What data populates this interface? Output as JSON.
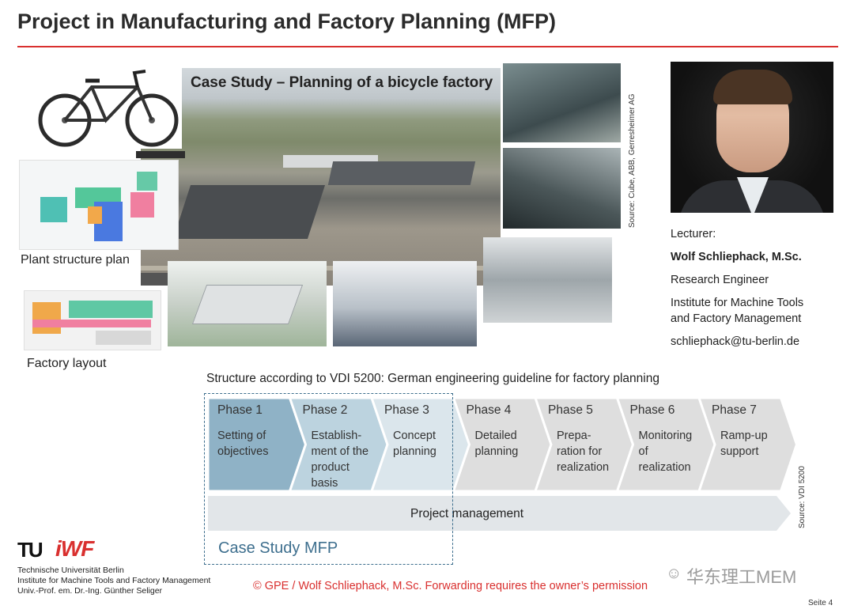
{
  "header": {
    "title": "Project in Manufacturing and Factory Planning (MFP)"
  },
  "images": {
    "caption": "Case Study – Planning of a bicycle factory",
    "source_photos": "Source: Cube, ABB, Gerresheimer AG",
    "plant_structure_label": "Plant structure plan",
    "factory_layout_label": "Factory layout"
  },
  "lecturer": {
    "role_label": "Lecturer:",
    "name": "Wolf Schliephack, M.Sc.",
    "position": "Research Engineer",
    "institute_line1": "Institute for Machine Tools",
    "institute_line2": "and Factory Management",
    "email": "schliephack@tu-berlin.de"
  },
  "structure": {
    "subtitle": "Structure according to VDI 5200: German engineering guideline for factory planning",
    "source": "Source: VDI 5200",
    "project_management": "Project management",
    "case_study_label": "Case Study MFP",
    "phases": [
      {
        "name": "Phase 1",
        "desc": [
          "Setting of",
          "objectives"
        ],
        "color": "#8fb2c6"
      },
      {
        "name": "Phase 2",
        "desc": [
          "Establish-",
          "ment of the",
          "product",
          "basis"
        ],
        "color": "#bcd3df"
      },
      {
        "name": "Phase 3",
        "desc": [
          "Concept",
          "planning"
        ],
        "color": "#dbe6ec"
      },
      {
        "name": "Phase 4",
        "desc": [
          "Detailed",
          "planning"
        ],
        "color": "#dedede"
      },
      {
        "name": "Phase 5",
        "desc": [
          "Prepa-",
          "ration for",
          "realization"
        ],
        "color": "#dedede"
      },
      {
        "name": "Phase 6",
        "desc": [
          "Monitoring",
          "of",
          "realization"
        ],
        "color": "#dedede"
      },
      {
        "name": "Phase 7",
        "desc": [
          "Ramp-up",
          "support"
        ],
        "color": "#dedede"
      }
    ]
  },
  "footer": {
    "logo_tu": "TU",
    "logo_iwf": "iWF",
    "university": "Technische Universität Berlin",
    "institute": "Institute for Machine Tools and Factory Management",
    "professor": "Univ.-Prof. em. Dr.-Ing. Günther Seliger",
    "copyright": "© GPE / Wolf Schliephack, M.Sc. Forwarding requires the owner’s permission",
    "watermark": "华东理工MEM",
    "page": "Seite 4"
  }
}
